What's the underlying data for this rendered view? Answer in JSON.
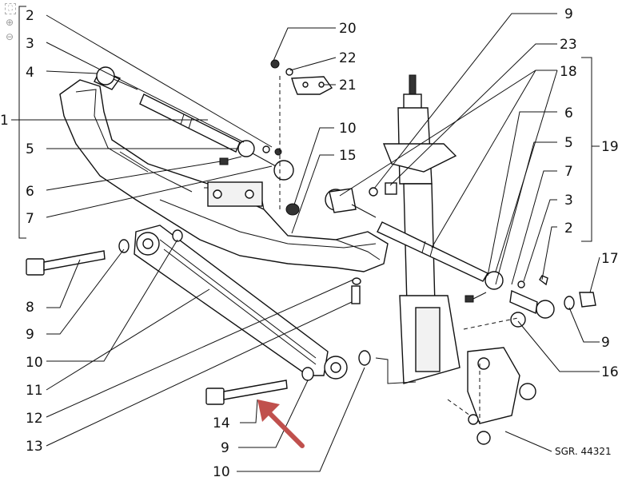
{
  "viewer_tools": [
    {
      "name": "fit-page-icon",
      "glyph": "⛶"
    },
    {
      "name": "zoom-in-icon",
      "glyph": "⊕"
    },
    {
      "name": "zoom-out-icon",
      "glyph": "⊖"
    }
  ],
  "callouts": {
    "left": [
      "2",
      "3",
      "4",
      "1",
      "5",
      "6",
      "7",
      "8",
      "9",
      "10",
      "11",
      "12",
      "13"
    ],
    "center": [
      "20",
      "22",
      "21",
      "10",
      "15",
      "14",
      "9",
      "10"
    ],
    "right": [
      "9",
      "23",
      "18",
      "6",
      "5",
      "19",
      "7",
      "3",
      "2",
      "17",
      "9",
      "16"
    ]
  },
  "reference": "SGR. 44321",
  "colors": {
    "ink": "#111111",
    "arrow": "#c0504d"
  }
}
